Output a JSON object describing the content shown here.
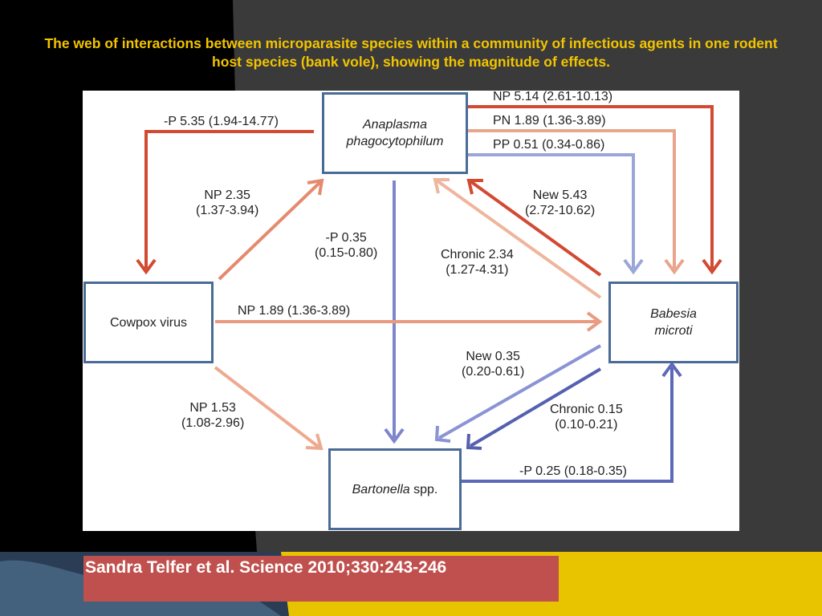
{
  "slide": {
    "title": "The web of interactions between microparasite species within a community of infectious agents in one rodent host species (bank vole), showing the magnitude of effects.",
    "citation": "Sandra Telfer et al. Science 2010;330:243-246",
    "colors": {
      "title": "#f2c400",
      "citation_bg": "#c0504d",
      "background": "#3a3a3a",
      "bottom_band": "#e8c400"
    }
  },
  "diagram": {
    "nodes": {
      "anaplasma": {
        "italic": "Anaplasma phagocytophilum"
      },
      "cowpox": {
        "label": "Cowpox virus"
      },
      "babesia": {
        "italic": "Babesia microti"
      },
      "bartonella": {
        "italic": "Bartonella",
        "suffix": " spp."
      }
    },
    "edges": [
      {
        "id": "ana_cow",
        "label": "-P 5.35 (1.94-14.77)",
        "color": "#d24a32"
      },
      {
        "id": "ana_bab_np",
        "label": "NP 5.14 (2.61-10.13)",
        "color": "#d24a32"
      },
      {
        "id": "ana_bab_pn",
        "label": "PN 1.89 (1.36-3.89)",
        "color": "#e8a58c"
      },
      {
        "id": "ana_bab_pp",
        "label": "PP 0.51 (0.34-0.86)",
        "color": "#9aa6d8"
      },
      {
        "id": "cow_ana",
        "label_line1": "NP 2.35",
        "label_line2": "(1.37-3.94)",
        "color": "#e58a6e"
      },
      {
        "id": "ana_bar",
        "label_line1": "-P 0.35",
        "label_line2": "(0.15-0.80)",
        "color": "#7d86cc"
      },
      {
        "id": "bab_ana_new",
        "label_line1": "New 5.43",
        "label_line2": "(2.72-10.62)",
        "color": "#d24a32"
      },
      {
        "id": "bab_ana_chronic",
        "label_line1": "Chronic 2.34",
        "label_line2": "(1.27-4.31)",
        "color": "#efb59d"
      },
      {
        "id": "cow_bab",
        "label": "NP 1.89 (1.36-3.89)",
        "color": "#e99a80"
      },
      {
        "id": "bab_bar_new",
        "label_line1": "New 0.35",
        "label_line2": "(0.20-0.61)",
        "color": "#8a93d4"
      },
      {
        "id": "bab_bar_chronic",
        "label_line1": "Chronic 0.15",
        "label_line2": "(0.10-0.21)",
        "color": "#5561b0"
      },
      {
        "id": "cow_bar",
        "label_line1": "NP 1.53",
        "label_line2": "(1.08-2.96)",
        "color": "#eeaa90"
      },
      {
        "id": "bar_bab",
        "label": "-P 0.25 (0.18-0.35)",
        "color": "#5c68b8"
      }
    ]
  }
}
